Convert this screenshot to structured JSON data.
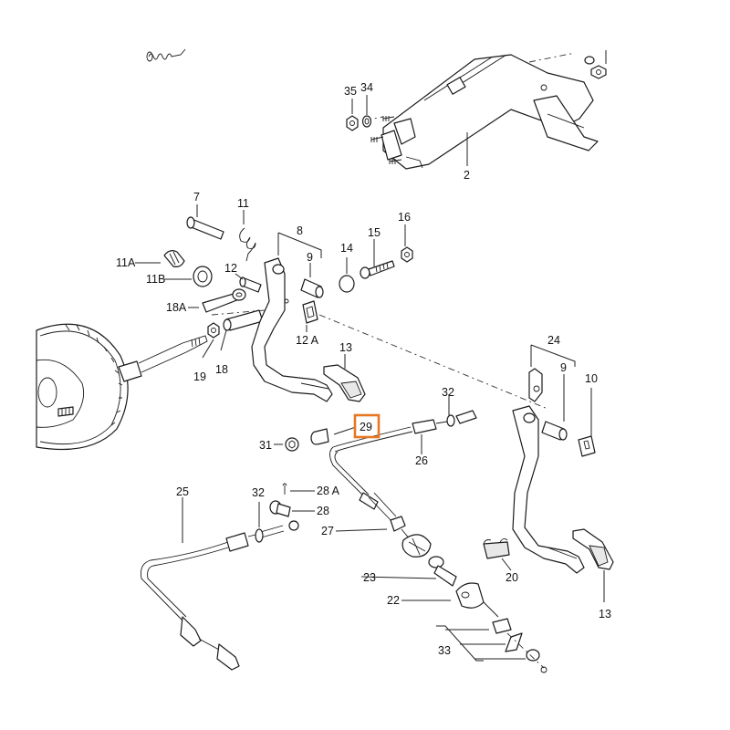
{
  "diagram": {
    "type": "exploded-parts-diagram",
    "subject": "pedal assembly with brake servo and clutch cable",
    "highlight_color": "#E87722",
    "highlighted_part": "29",
    "callouts": [
      {
        "id": "c35",
        "label": "35"
      },
      {
        "id": "c34",
        "label": "34"
      },
      {
        "id": "c2",
        "label": "2"
      },
      {
        "id": "c7",
        "label": "7"
      },
      {
        "id": "c11",
        "label": "11"
      },
      {
        "id": "c8",
        "label": "8"
      },
      {
        "id": "c14",
        "label": "14"
      },
      {
        "id": "c15",
        "label": "15"
      },
      {
        "id": "c16",
        "label": "16"
      },
      {
        "id": "c11A",
        "label": "11A"
      },
      {
        "id": "c11B",
        "label": "11B"
      },
      {
        "id": "c12",
        "label": "12"
      },
      {
        "id": "c9a",
        "label": "9"
      },
      {
        "id": "c18A",
        "label": "18A"
      },
      {
        "id": "c12A",
        "label": "12 A"
      },
      {
        "id": "c19",
        "label": "19"
      },
      {
        "id": "c18",
        "label": "18"
      },
      {
        "id": "c13a",
        "label": "13"
      },
      {
        "id": "c24",
        "label": "24"
      },
      {
        "id": "c9b",
        "label": "9"
      },
      {
        "id": "c10",
        "label": "10"
      },
      {
        "id": "c32a",
        "label": "32"
      },
      {
        "id": "c29",
        "label": "29"
      },
      {
        "id": "c31",
        "label": "31"
      },
      {
        "id": "c26",
        "label": "26"
      },
      {
        "id": "c25",
        "label": "25"
      },
      {
        "id": "c32b",
        "label": "32"
      },
      {
        "id": "c28A",
        "label": "28 A"
      },
      {
        "id": "c28",
        "label": "28"
      },
      {
        "id": "c27",
        "label": "27"
      },
      {
        "id": "c23",
        "label": "23"
      },
      {
        "id": "c20",
        "label": "20"
      },
      {
        "id": "c22",
        "label": "22"
      },
      {
        "id": "c33",
        "label": "33"
      },
      {
        "id": "c13b",
        "label": "13"
      }
    ]
  }
}
